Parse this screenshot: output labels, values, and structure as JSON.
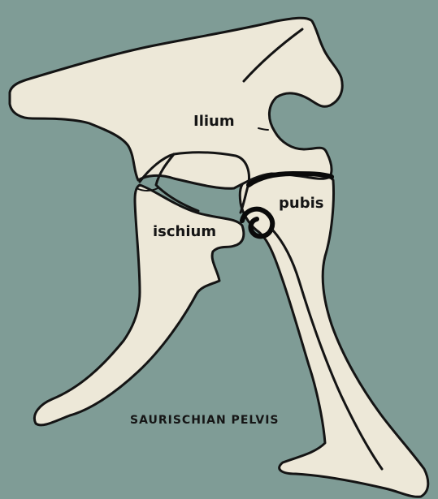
{
  "diagram": {
    "labels": {
      "ilium": "Ilium",
      "pubis": "pubis",
      "ischium": "ischium"
    },
    "caption": "SAURISCHIAN PELVIS"
  },
  "colors": {
    "background": "#7f9c96",
    "bone": "#ede8d8",
    "outline": "#141414"
  }
}
